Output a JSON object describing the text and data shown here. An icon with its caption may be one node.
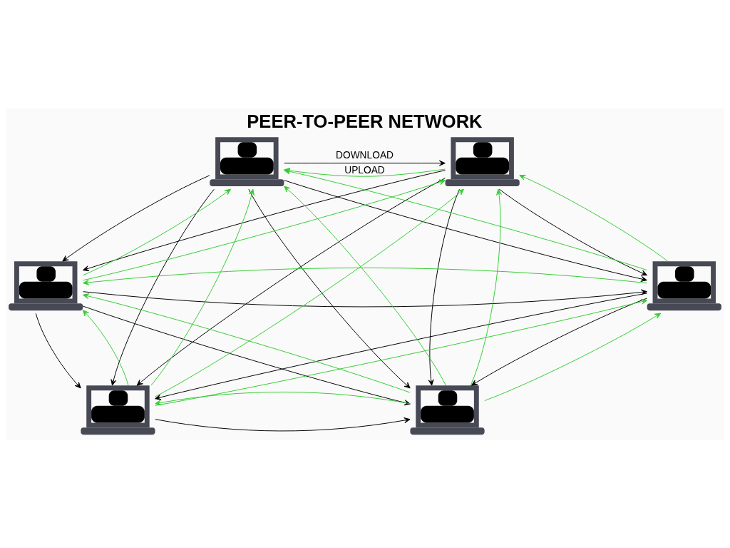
{
  "diagram": {
    "title": "PEER-TO-PEER NETWORK",
    "nodes": [
      {
        "text": [],
        "shape": "picture"
      },
      {
        "text": [],
        "shape": "picture"
      },
      {
        "text": [],
        "shape": "picture"
      },
      {
        "text": [],
        "shape": "picture"
      },
      {
        "text": [],
        "shape": "picture"
      },
      {
        "text": [],
        "shape": "picture"
      }
    ],
    "edges": [
      {
        "from": 0,
        "to": 1,
        "arrow": "to",
        "color": "#000000",
        "label": "DOWNLOAD"
      },
      {
        "from": 1,
        "to": 0,
        "arrow": "to",
        "color": "#33cc33",
        "label": "UPLOAD"
      },
      {
        "from": 0,
        "to": 2,
        "arrow": "to",
        "color": "#000000"
      },
      {
        "from": 2,
        "to": 0,
        "arrow": "to",
        "color": "#33cc33"
      },
      {
        "from": 0,
        "to": 3,
        "arrow": "to",
        "color": "#000000"
      },
      {
        "from": 3,
        "to": 0,
        "arrow": "to",
        "color": "#33cc33"
      },
      {
        "from": 0,
        "to": 4,
        "arrow": "to",
        "color": "#000000"
      },
      {
        "from": 4,
        "to": 0,
        "arrow": "to",
        "color": "#33cc33"
      },
      {
        "from": 0,
        "to": 5,
        "arrow": "to",
        "color": "#000000"
      },
      {
        "from": 5,
        "to": 0,
        "arrow": "to",
        "color": "#33cc33"
      },
      {
        "from": 1,
        "to": 2,
        "arrow": "to",
        "color": "#000000"
      },
      {
        "from": 2,
        "to": 1,
        "arrow": "to",
        "color": "#33cc33"
      },
      {
        "from": 1,
        "to": 3,
        "arrow": "to",
        "color": "#000000"
      },
      {
        "from": 3,
        "to": 1,
        "arrow": "to",
        "color": "#33cc33"
      },
      {
        "from": 1,
        "to": 4,
        "arrow": "to",
        "color": "#000000"
      },
      {
        "from": 4,
        "to": 1,
        "arrow": "to",
        "color": "#33cc33"
      },
      {
        "from": 1,
        "to": 5,
        "arrow": "to",
        "color": "#000000"
      },
      {
        "from": 5,
        "to": 1,
        "arrow": "to",
        "color": "#33cc33"
      },
      {
        "from": 2,
        "to": 3,
        "arrow": "to",
        "color": "#000000"
      },
      {
        "from": 3,
        "to": 2,
        "arrow": "to",
        "color": "#33cc33"
      },
      {
        "from": 2,
        "to": 4,
        "arrow": "to",
        "color": "#000000"
      },
      {
        "from": 4,
        "to": 2,
        "arrow": "to",
        "color": "#33cc33"
      },
      {
        "from": 2,
        "to": 5,
        "arrow": "to",
        "color": "#000000"
      },
      {
        "from": 5,
        "to": 2,
        "arrow": "to",
        "color": "#33cc33"
      },
      {
        "from": 3,
        "to": 4,
        "arrow": "to",
        "color": "#000000"
      },
      {
        "from": 4,
        "to": 3,
        "arrow": "to",
        "color": "#33cc33"
      },
      {
        "from": 3,
        "to": 5,
        "arrow": "to",
        "color": "#000000"
      },
      {
        "from": 5,
        "to": 3,
        "arrow": "to",
        "color": "#33cc33"
      },
      {
        "from": 4,
        "to": 5,
        "arrow": "to",
        "color": "#000000"
      },
      {
        "from": 5,
        "to": 4,
        "arrow": "to",
        "color": "#33cc33"
      }
    ]
  }
}
